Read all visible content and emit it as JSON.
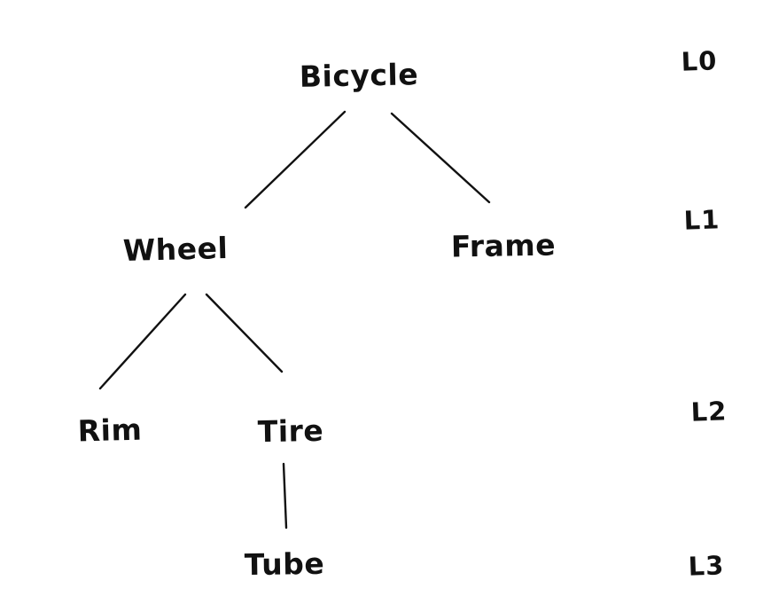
{
  "diagram": {
    "type": "tree",
    "style": "hand-drawn",
    "background_color": "#ffffff",
    "ink_color": "#111111",
    "nodes": {
      "bicycle": {
        "label": "Bicycle",
        "level": "L0"
      },
      "wheel": {
        "label": "Wheel",
        "level": "L1"
      },
      "frame": {
        "label": "Frame",
        "level": "L1"
      },
      "rim": {
        "label": "Rim",
        "level": "L2"
      },
      "tire": {
        "label": "Tire",
        "level": "L2"
      },
      "tube": {
        "label": "Tube",
        "level": "L3"
      }
    },
    "edges": [
      {
        "from": "Bicycle",
        "to": "Wheel"
      },
      {
        "from": "Bicycle",
        "to": "Frame"
      },
      {
        "from": "Wheel",
        "to": "Rim"
      },
      {
        "from": "Wheel",
        "to": "Tire"
      },
      {
        "from": "Tire",
        "to": "Tube"
      }
    ],
    "level_labels": {
      "l0": "L0",
      "l1": "L1",
      "l2": "L2",
      "l3": "L3"
    }
  }
}
